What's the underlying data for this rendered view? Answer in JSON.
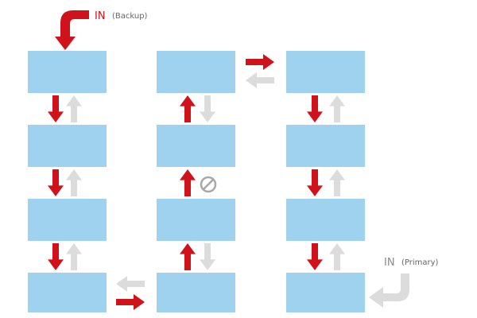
{
  "labels": {
    "backup_in": "IN",
    "backup_tag": "(Backup)",
    "primary_in": "IN",
    "primary_tag": "(Primary)"
  },
  "colors": {
    "box": "#9fd2ee",
    "active": "#d0121b",
    "inactive": "#dcdcdc"
  },
  "icons": {
    "blocked": "prohibited-icon"
  }
}
